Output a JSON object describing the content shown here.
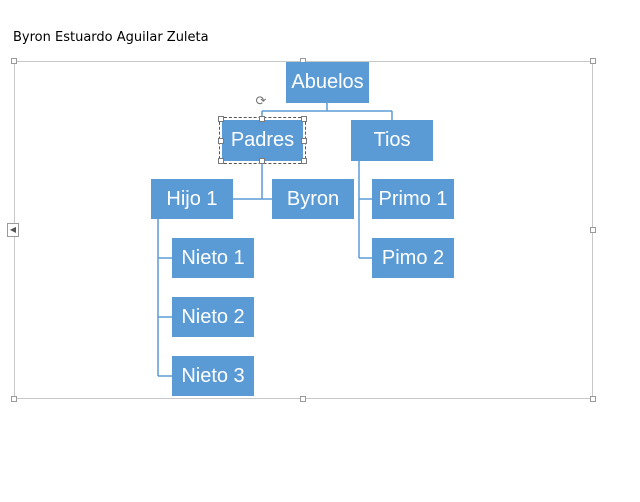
{
  "author": "Byron Estuardo Aguilar Zuleta",
  "nodes": {
    "abuelos": "Abuelos",
    "padres": "Padres",
    "tios": "Tios",
    "hijo1": "Hijo 1",
    "byron": "Byron",
    "primo1": "Primo 1",
    "primo2": "Pimo 2",
    "nieto1": "Nieto 1",
    "nieto2": "Nieto 2",
    "nieto3": "Nieto 3"
  },
  "colors": {
    "box": "#5b9bd5",
    "line": "#5b9bd5"
  },
  "icons": {
    "rotate": "rotate-handle-icon",
    "side_tab": "chevron-left-icon"
  }
}
